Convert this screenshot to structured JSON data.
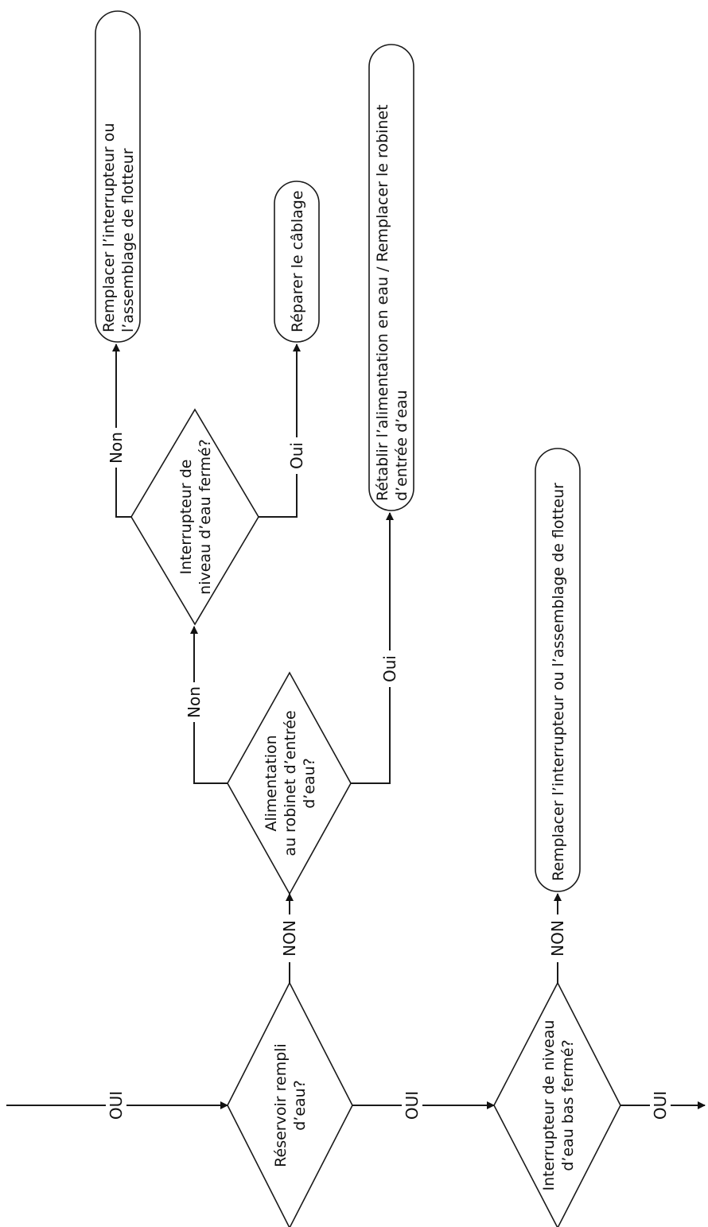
{
  "nodes": {
    "d1": {
      "lines": [
        "Réservoir rempli",
        "d’eau?"
      ]
    },
    "d2": {
      "lines": [
        "Alimentation",
        "au robinet d’entrée",
        "d’eau?"
      ]
    },
    "d3": {
      "lines": [
        "Interrupteur de",
        "niveau d’eau fermé?"
      ]
    },
    "d4": {
      "lines": [
        "Interrupteur de niveau",
        "d’eau bas fermé?"
      ]
    },
    "t1": {
      "lines": [
        "Remplacer l’interrupteur ou",
        "l’assemblage de flotteur"
      ]
    },
    "t2": {
      "lines": [
        "Réparer le câblage"
      ]
    },
    "t3": {
      "lines": [
        "Rétablir l’alimentation en eau / Remplacer le robinet",
        "d’entrée d’eau"
      ]
    },
    "t4": {
      "lines": [
        "Remplacer l’interrupteur ou l’assemblage de flotteur"
      ]
    }
  },
  "edges": {
    "oui_in": "OUI",
    "d1_oui": "OUI",
    "d4_oui": "OUI",
    "d1_non": "NON",
    "d4_non": "NON",
    "d2_non": "Non",
    "d2_oui": "Oui",
    "d3_non": "Non",
    "d3_oui": "Oui"
  }
}
